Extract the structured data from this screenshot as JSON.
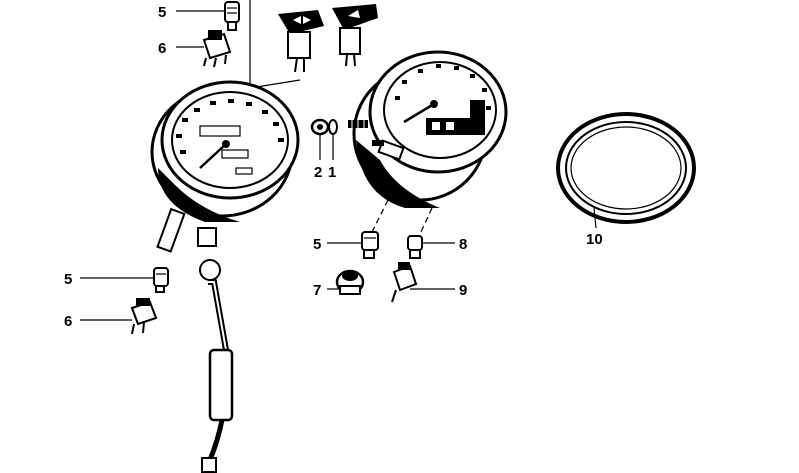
{
  "diagram": {
    "callouts": [
      {
        "id": "c5a",
        "label": "5"
      },
      {
        "id": "c6a",
        "label": "6"
      },
      {
        "id": "c2",
        "label": "2"
      },
      {
        "id": "c1",
        "label": "1"
      },
      {
        "id": "c5b",
        "label": "5"
      },
      {
        "id": "c8",
        "label": "8"
      },
      {
        "id": "c7",
        "label": "7"
      },
      {
        "id": "c9",
        "label": "9"
      },
      {
        "id": "c10",
        "label": "10"
      },
      {
        "id": "c5c",
        "label": "5"
      },
      {
        "id": "c6b",
        "label": "6"
      }
    ],
    "colors": {
      "ink": "#000000",
      "paper": "#ffffff"
    }
  }
}
